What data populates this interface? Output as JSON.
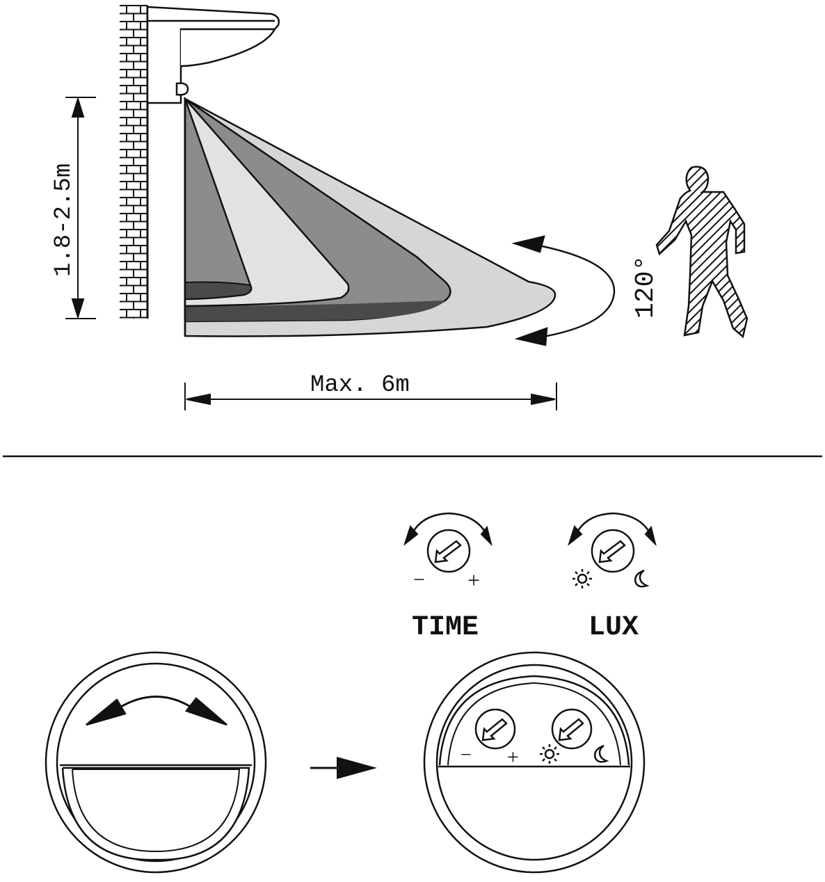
{
  "diagram": {
    "height_label": "1.8-2.5m",
    "range_label": "Max. 6m",
    "angle_label": "120°",
    "time_knob": {
      "title": "TIME",
      "minus": "−",
      "plus": "+"
    },
    "lux_knob": {
      "title": "LUX",
      "day_icon": "sun-icon",
      "night_icon": "moon-icon"
    },
    "colors": {
      "line": "#111111",
      "zone_light": "#d6d6d6",
      "zone_mid": "#8c8c8c",
      "zone_dark": "#4a4a4a",
      "zone_lighter": "#e2e2e2"
    }
  }
}
